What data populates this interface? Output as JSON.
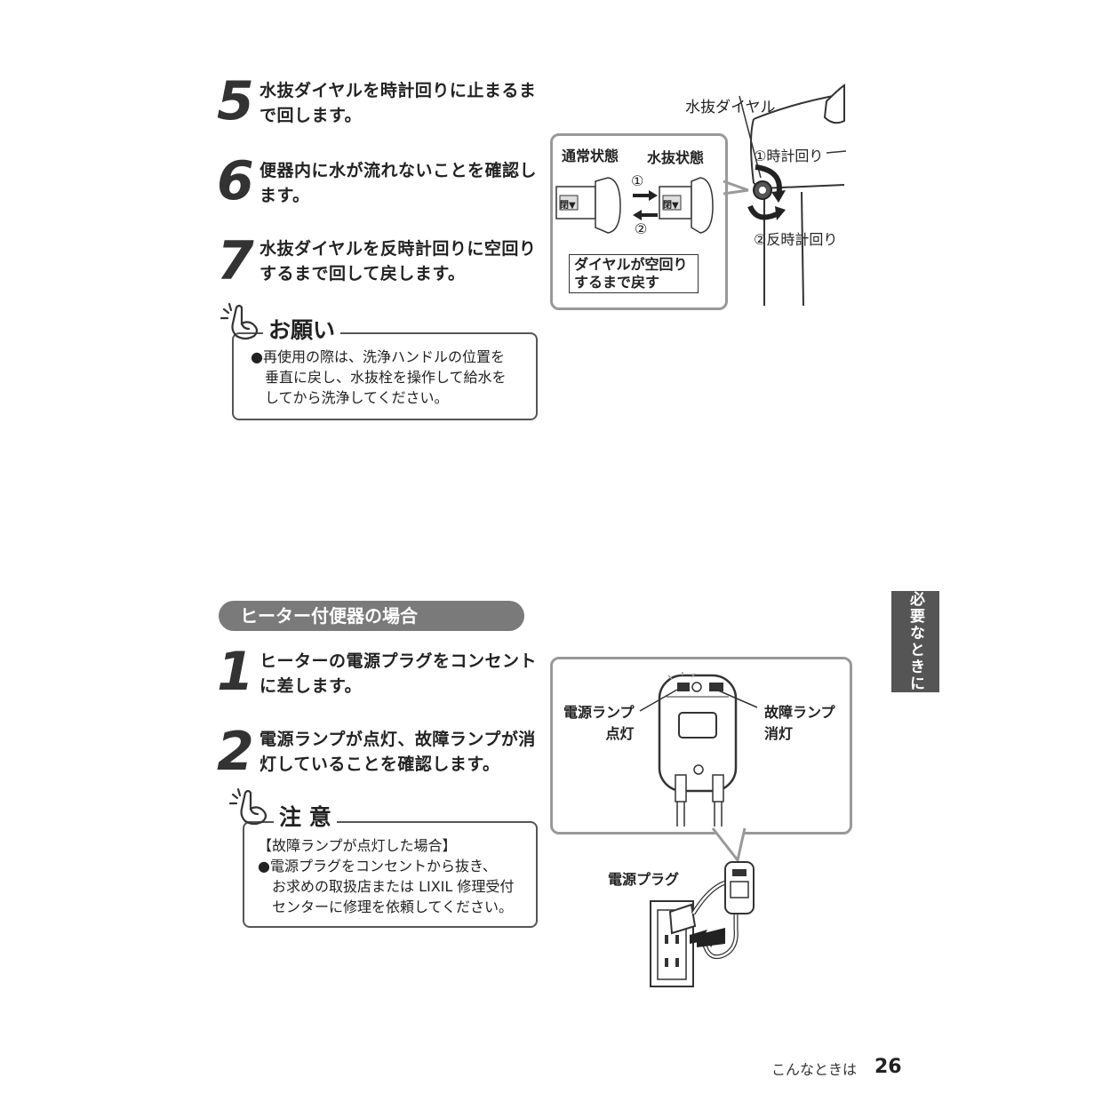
{
  "top_steps": [
    {
      "num": "5",
      "line1": "水抜ダイヤルを時計回りに止まるま",
      "line2": "で回します。"
    },
    {
      "num": "6",
      "line1": "便器内に水が流れないことを確認し",
      "line2": "ます。"
    },
    {
      "num": "7",
      "line1": "水抜ダイヤルを反時計回りに空回り",
      "line2": "するまで回して戻します。"
    }
  ],
  "onegai": {
    "title": "お願い",
    "lines": [
      "●再使用の際は、洗浄ハンドルの位置を",
      "　垂直に戻し、水抜栓を操作して給水を",
      "　してから洗浄してください。"
    ]
  },
  "dial_figure": {
    "label_dial": "水抜ダイヤル",
    "label_normal": "通常状態",
    "label_drain": "水抜状態",
    "circle1": "①",
    "circle2": "②",
    "clockwise": "①時計回り",
    "counter": "②反時計回り",
    "return_line1": "ダイヤルが空回り",
    "return_line2": "するまで戻す",
    "knob_text": "閉▼"
  },
  "section": {
    "title": "ヒーター付便器の場合"
  },
  "bottom_steps": [
    {
      "num": "1",
      "line1": "ヒーターの電源プラグをコンセント",
      "line2": "に差します。"
    },
    {
      "num": "2",
      "line1": "電源ランプが点灯、故障ランプが消",
      "line2": "灯していることを確認します。"
    }
  ],
  "chui": {
    "title": "注 意",
    "lines": [
      "【故障ランプが点灯した場合】",
      "●電源プラグをコンセントから抜き、",
      "　お求めの取扱店または LIXIL 修理受付",
      "　センターに修理を依頼してください。"
    ]
  },
  "heater_figure": {
    "power_lamp_1": "電源ランプ",
    "power_lamp_2": "点灯",
    "fault_lamp_1": "故障ランプ",
    "fault_lamp_2": "消灯",
    "plug_label": "電源プラグ"
  },
  "side_tab": "必要なときに",
  "footer": {
    "section": "こんなときは",
    "page": "26"
  }
}
